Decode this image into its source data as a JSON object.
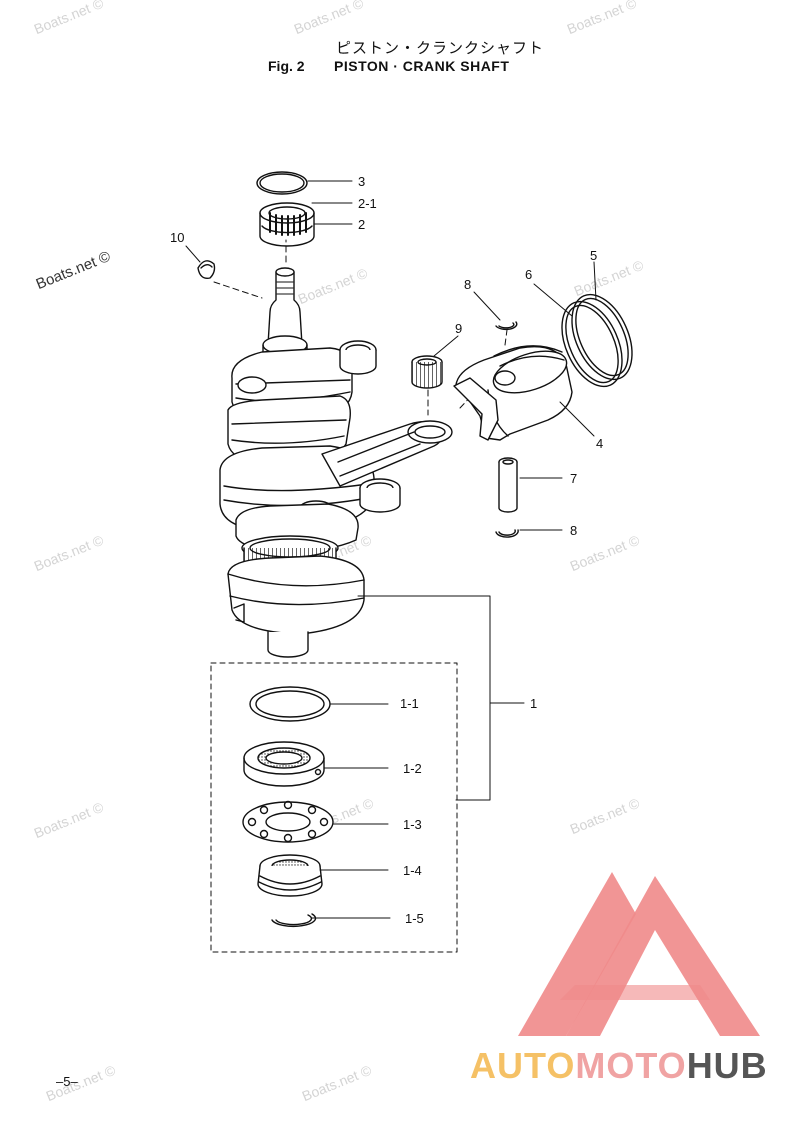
{
  "header": {
    "title_jp": "ピストン・クランクシャフト",
    "fig_label": "Fig. 2",
    "title_en": "PISTON · CRANK SHAFT"
  },
  "page_number": "–5–",
  "parts": {
    "p3": "3",
    "p2_1": "2-1",
    "p2": "2",
    "p10": "10",
    "p5": "5",
    "p6": "6",
    "p8_top": "8",
    "p9": "9",
    "p4": "4",
    "p7": "7",
    "p8_bottom": "8",
    "p1": "1",
    "p1_1": "1-1",
    "p1_2": "1-2",
    "p1_3": "1-3",
    "p1_4": "1-4",
    "p1_5": "1-5"
  },
  "watermark": {
    "text": "Boats.net ©"
  },
  "logo": {
    "part1": "AUTO",
    "part2": "MOTO",
    "part3": "HUB",
    "colors": {
      "auto": "#f5c166",
      "moto": "#f0a3a3",
      "hub": "#555555",
      "triangle": "#f08a8a"
    }
  }
}
